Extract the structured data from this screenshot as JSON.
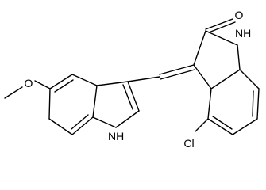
{
  "molecule": {
    "atoms": {
      "oxygen_carbonyl": "O",
      "nh_oxindole": "NH",
      "nh_indole": "NH",
      "oxygen_methoxy": "O",
      "chlorine": "Cl"
    }
  }
}
